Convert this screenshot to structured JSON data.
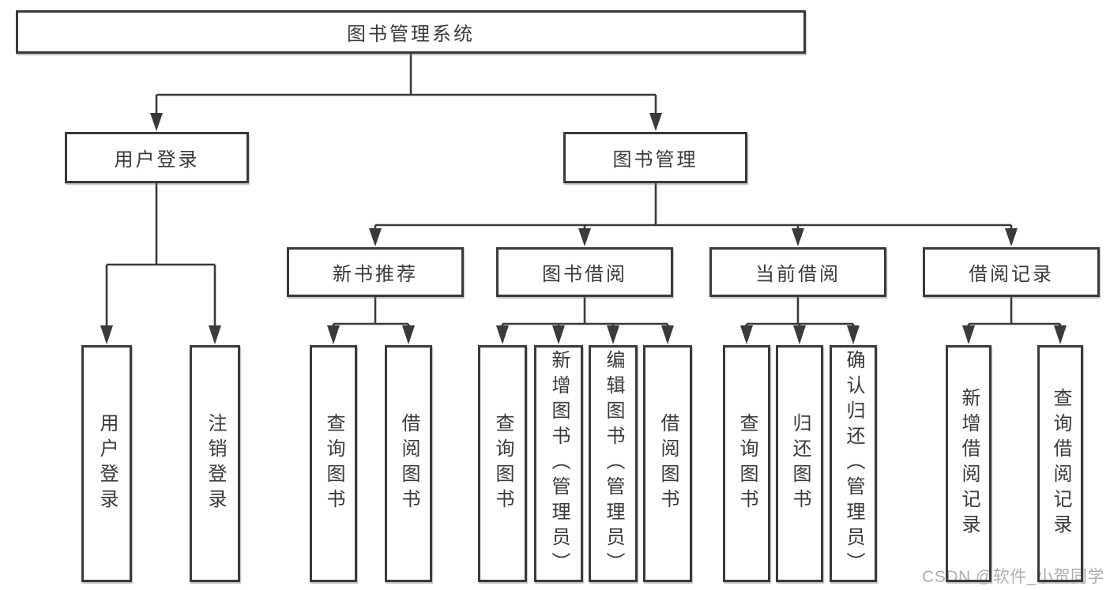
{
  "colors": {
    "ink": "#3a3a3a",
    "watermark": "#aeaeae",
    "background": "#ffffff"
  },
  "diagram": {
    "root": {
      "label": "图书管理系统"
    },
    "level2": [
      {
        "label": "用户登录"
      },
      {
        "label": "图书管理"
      }
    ],
    "level3": [
      {
        "label": "新书推荐"
      },
      {
        "label": "图书借阅"
      },
      {
        "label": "当前借阅"
      },
      {
        "label": "借阅记录"
      }
    ],
    "leaves": [
      {
        "label": "用户登录",
        "parent": "用户登录"
      },
      {
        "label": "注销登录",
        "parent": "用户登录"
      },
      {
        "label": "查询图书",
        "parent": "新书推荐"
      },
      {
        "label": "借阅图书",
        "parent": "新书推荐"
      },
      {
        "label": "查询图书",
        "parent": "图书借阅"
      },
      {
        "label": "新增图书（管理员）",
        "parent": "图书借阅"
      },
      {
        "label": "编辑图书（管理员）",
        "parent": "图书借阅"
      },
      {
        "label": "借阅图书",
        "parent": "图书借阅"
      },
      {
        "label": "查询图书",
        "parent": "当前借阅"
      },
      {
        "label": "归还图书",
        "parent": "当前借阅"
      },
      {
        "label": "确认归还（管理员）",
        "parent": "当前借阅"
      },
      {
        "label": "新增借阅记录",
        "parent": "借阅记录"
      },
      {
        "label": "查询借阅记录",
        "parent": "借阅记录"
      }
    ]
  },
  "watermark": {
    "text": "CSDN @软件_小贺同学"
  }
}
